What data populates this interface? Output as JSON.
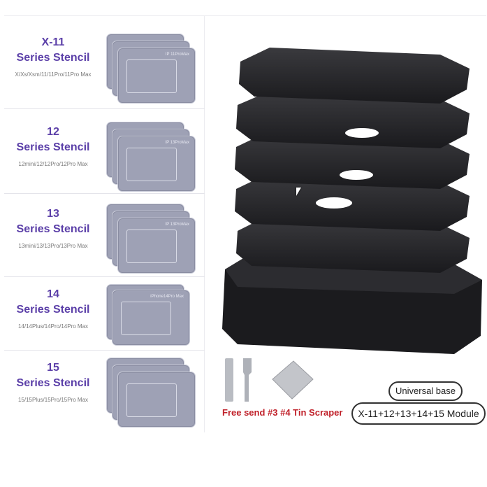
{
  "stencil_rows": [
    {
      "number": "X-11",
      "title": "Series Stencil",
      "models": "X/Xs/Xsm/11/11Pro/11Pro Max"
    },
    {
      "number": "12",
      "title": "Series Stencil",
      "models": "12mini/12/12Pro/12Pro Max"
    },
    {
      "number": "13",
      "title": "Series Stencil",
      "models": "13mini/13/13Pro/13Pro Max"
    },
    {
      "number": "14",
      "title": "Series Stencil",
      "models": "14/14Plus/14Pro/14Pro Max"
    },
    {
      "number": "15",
      "title": "Series Stencil",
      "models": "15/15Plus/15Pro/15Pro Max"
    }
  ],
  "plate_tags": [
    "IP 11ProMax",
    "IP 13ProMax",
    "IP 13ProMax",
    "iPhone14Pro Max",
    ""
  ],
  "scraper_caption": "Free send #3 #4 Tin Scraper",
  "base_label": "Universal base",
  "module_label": "X-11+12+13+14+15 Module",
  "colors": {
    "accent": "#5b3fa8",
    "caption_red": "#c0212a",
    "fixture": "#1f1f22"
  }
}
